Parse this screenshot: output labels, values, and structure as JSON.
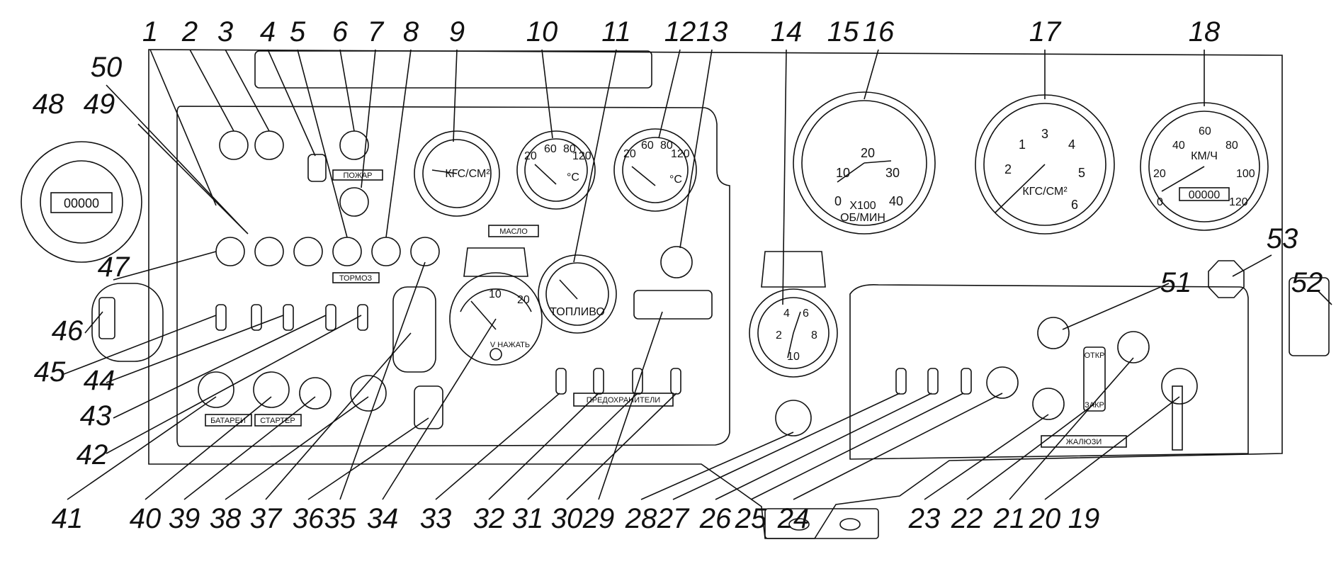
{
  "callouts": {
    "top": [
      "1",
      "2",
      "3",
      "4",
      "5",
      "6",
      "7",
      "8",
      "9",
      "10",
      "11",
      "12",
      "13",
      "14",
      "15",
      "16",
      "17",
      "18"
    ],
    "bottom": [
      "41",
      "40",
      "39",
      "38",
      "37",
      "36",
      "35",
      "34",
      "33",
      "32",
      "31",
      "30",
      "29",
      "28",
      "27",
      "26",
      "25",
      "24",
      "23",
      "22",
      "21",
      "20",
      "19"
    ],
    "left": [
      "50",
      "49",
      "48",
      "47",
      "46",
      "45",
      "44",
      "43",
      "42"
    ],
    "right": [
      "53",
      "52",
      "51"
    ]
  },
  "plates": {
    "pozhar": "ПОЖАР",
    "maslo": "МАСЛО",
    "predokhraniteli": "ПРЕДОХРАНИТЕЛИ",
    "batarei": "БАТАРЕИ",
    "starter": "СТАРТЕР",
    "tormoz": "ТОРМОЗ",
    "zhalyuzi": "ЖАЛЮЗИ"
  },
  "gauges": {
    "oil_pressure": {
      "unit": "КГС/СМ²"
    },
    "oil_temp": {
      "unit": "°С",
      "ticks": [
        "20",
        "60",
        "80",
        "120"
      ]
    },
    "water_temp": {
      "unit": "°С",
      "ticks": [
        "20",
        "60",
        "80",
        "120"
      ]
    },
    "fuel": {
      "label": "ТОПЛИВО"
    },
    "voltmeter": {
      "label": "V НАЖАТЬ",
      "ticks": [
        "10",
        "20"
      ]
    },
    "air_pressure": {
      "unit": "КГС/СМ²",
      "ticks": [
        "2",
        "4",
        "6",
        "8",
        "10"
      ]
    },
    "tachometer": {
      "ticks": [
        "0",
        "10",
        "20",
        "30",
        "40"
      ],
      "unit_line1": "X100",
      "unit_line2": "ОБ/МИН"
    },
    "boost": {
      "ticks": [
        "1",
        "2",
        "3",
        "4",
        "5",
        "6"
      ],
      "unit": "КГС/СМ²"
    },
    "speedometer": {
      "ticks": [
        "0",
        "20",
        "40",
        "60",
        "80",
        "100",
        "120"
      ],
      "unit": "КМ/Ч",
      "odometer": "00000"
    },
    "hour_counter": {
      "digits": "00000"
    }
  },
  "switch_labels": {
    "otkr": "ОТКР",
    "zakr": "ЗАКР"
  }
}
